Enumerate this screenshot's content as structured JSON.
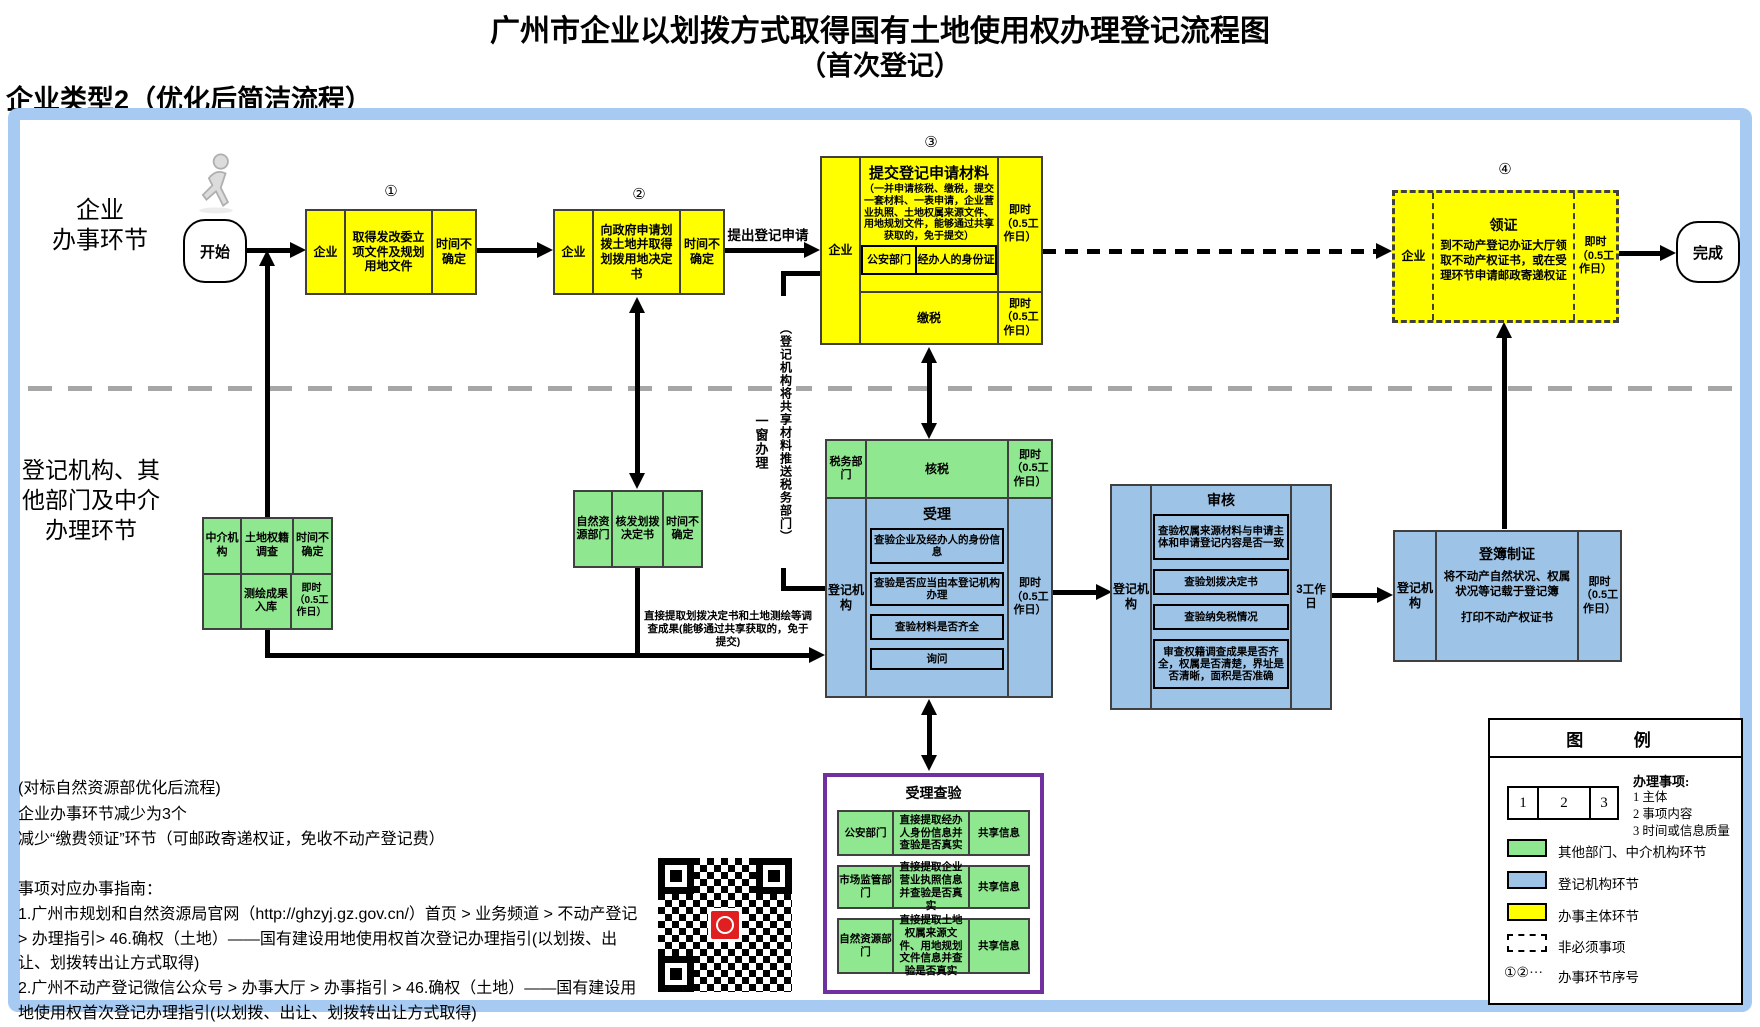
{
  "title": {
    "line1": "广州市企业以划拨方式取得国有土地使用权办理登记流程图",
    "line2": "（首次登记）"
  },
  "subtitle": "企业类型2（优化后简洁流程）",
  "lanes": {
    "top": "企业\n办事环节",
    "bottom": "登记机构、其\n他部门及中介\n办理环节"
  },
  "terminals": {
    "start": "开始",
    "end": "完成"
  },
  "steps": {
    "s1": {
      "num": "①",
      "actor": "企业",
      "action": "取得发改委立项文件及规划用地文件",
      "time": "时间不确定"
    },
    "s2": {
      "num": "②",
      "actor": "企业",
      "action": "向政府申请划拨土地并取得划拨用地决定书",
      "time": "时间不确定"
    },
    "s3": {
      "num": "③",
      "actor": "企业",
      "title": "提交登记申请材料",
      "note": "（一并申请核税、缴税，提交一套材料、一表申请，企业营业执照、土地权属来源文件、用地规划文件，能够通过共享获取的，免于提交）",
      "police": "公安部门",
      "id_doc": "经办人的身份证",
      "time_submit": "即时（0.5工作日）",
      "pay": "缴税",
      "time_pay": "即时（0.5工作日）"
    },
    "s4": {
      "num": "④",
      "actor": "企业",
      "title": "领证",
      "desc": "到不动产登记办证大厅领取不动产权证书，或在受理环节申请邮政寄递权证",
      "time": "即时（0.5工作日）"
    }
  },
  "edge_labels": {
    "apply": "提出登记申请",
    "one_window_main": "（登记机构将共享材料推送税务部门）",
    "one_window_sub": "一窗办理",
    "share_extract": "直接提取划拨决定书和土地测绘等调查成果(能够通过共享获取的，免于提交)"
  },
  "tax": {
    "actor": "税务部门",
    "action": "核税",
    "time": "即时（0.5工作日）"
  },
  "accept": {
    "actor": "登记机构",
    "title": "受理",
    "time": "即时（0.5工作日）",
    "checks": [
      "查验企业及经办人的身份信息",
      "查验是否应当由本登记机构办理",
      "查验材料是否齐全",
      "询问"
    ]
  },
  "review": {
    "actor": "登记机构",
    "title": "审核",
    "time": "3工作日",
    "checks": [
      "查验权属来源材料与申请主体和申请登记内容是否一致",
      "查验划拨决定书",
      "查验纳免税情况",
      "审查权籍调查成果是否齐全，权属是否清楚，界址是否清晰，面积是否准确"
    ]
  },
  "record": {
    "actor": "登记机构",
    "title": "登簿制证",
    "desc1": "将不动产自然状况、权属状况等记载于登记簿",
    "desc2": "打印不动产权证书",
    "time": "即时（0.5工作日）"
  },
  "verify": {
    "title": "受理查验",
    "rows": [
      {
        "dept": "公安部门",
        "action": "直接提取经办人身份信息并查验是否真实",
        "tag": "共享信息"
      },
      {
        "dept": "市场监管部门",
        "action": "直接提取企业营业执照信息并查验是否真实",
        "tag": "共享信息"
      },
      {
        "dept": "自然资源部门",
        "action": "直接提取土地权属来源文件、用地规划文件信息并查验是否真实",
        "tag": "共享信息"
      }
    ]
  },
  "agency": {
    "actor": "中介机构",
    "row1_action": "土地权籍调查",
    "row1_time": "时间不确定",
    "row2_action": "测绘成果入库",
    "row2_time": "即时（0.5工作日）"
  },
  "nature": {
    "actor": "自然资源部门",
    "action": "核发划拨决定书",
    "time": "时间不确定"
  },
  "notes": [
    "(对标自然资源部优化后流程)",
    "企业办事环节减少为3个",
    "减少“缴费领证”环节（可邮政寄递权证，免收不动产登记费）"
  ],
  "guide": {
    "title": "事项对应办事指南：",
    "item1": "1.广州市规划和自然资源局官网（http://ghzyj.gz.gov.cn/）首页 > 业务频道 > 不动产登记 > 办理指引> 46.确权（土地）——国有建设用地使用权首次登记办理指引(以划拨、出让、划拨转出让方式取得)",
    "item2": "2.广州不动产登记微信公众号 > 办事大厅 > 办事指引 > 46.确权（土地）——国有建设用地使用权首次登记办理指引(以划拨、出让、划拨转出让方式取得)"
  },
  "legend": {
    "title": "图  例",
    "sample": {
      "c1": "1",
      "c2": "2",
      "c3": "3"
    },
    "sample_title": "办理事项:",
    "sample_lines": "1 主体\n2 事项内容\n3 时间或信息质量",
    "green_label": "其他部门、中介机构环节",
    "blue_label": "登记机构环节",
    "yellow_label": "办事主体环节",
    "dashed_label": "非必须事项",
    "seq_symbol": "①②···",
    "seq_label": "办事环节序号"
  },
  "colors": {
    "yellow": "#FFFF00",
    "green": "#8FE88F",
    "blue": "#9DC3E6",
    "frame": "#A6CAF2",
    "purple": "#7030A0",
    "line": "#000000"
  }
}
